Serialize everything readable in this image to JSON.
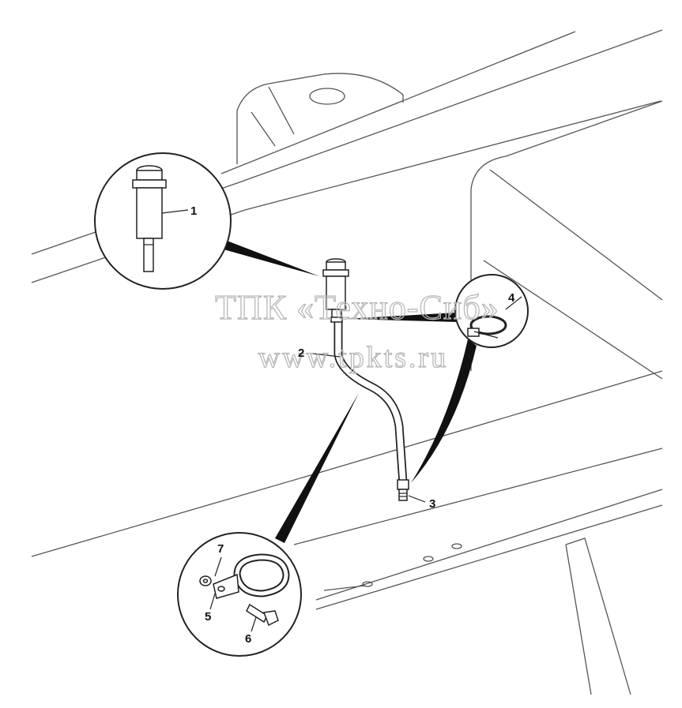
{
  "watermark": {
    "line1": "ТПК «Техно-Сиб»",
    "line2": "www.tpkts.ru"
  },
  "callouts": {
    "c1": "1",
    "c2": "2",
    "c3": "3",
    "c4": "4",
    "c5": "5",
    "c6": "6",
    "c7": "7"
  },
  "colors": {
    "line": "#222222",
    "frame": "#555555",
    "watermark": "#b9b9b9",
    "background": "#ffffff"
  }
}
